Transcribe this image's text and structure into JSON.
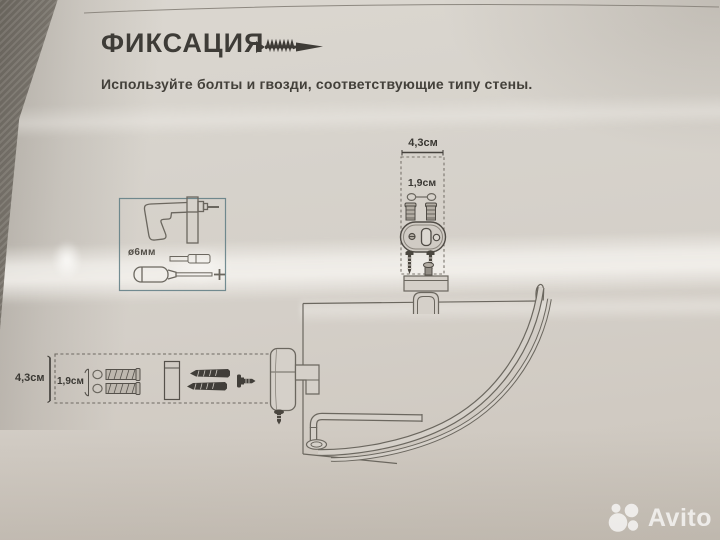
{
  "document": {
    "title": "ФИКСАЦИЯ",
    "title_icon": "screw-icon",
    "subtitle": "Используйте болты и гвозди, соответствующие типу стены."
  },
  "diagram": {
    "top_mount": {
      "width_label": "4,3см",
      "hole_spacing_label": "1,9см"
    },
    "parts_box": {
      "depth_label": "4,3см",
      "hole_spacing_label": "1,9см",
      "hardware_icons": [
        "mounting-hole-icon",
        "wall-plug-icon",
        "spacer-tube-icon",
        "screw-icon",
        "bolt-icon"
      ]
    },
    "tools_box": {
      "drill_diameter_label": "ø6мм",
      "tool_icons": [
        "power-drill-icon",
        "drill-bit-icon",
        "phillips-screwdriver-icon"
      ]
    },
    "drawing_icons": [
      "corner-shelf-drawing",
      "wall-bracket-icon",
      "mounting-plate-icon",
      "towel-bar-icon"
    ]
  },
  "watermark": {
    "text": "Avito",
    "logo_icon": "avito-dots-logo"
  },
  "colors": {
    "paper": "#d5d0c9",
    "ink": "#3a3833",
    "diagram_line": "#6b675f",
    "dark_part": "#423f3a",
    "tools_box_border": "#5d7b83",
    "watermark": "#ffffff"
  }
}
